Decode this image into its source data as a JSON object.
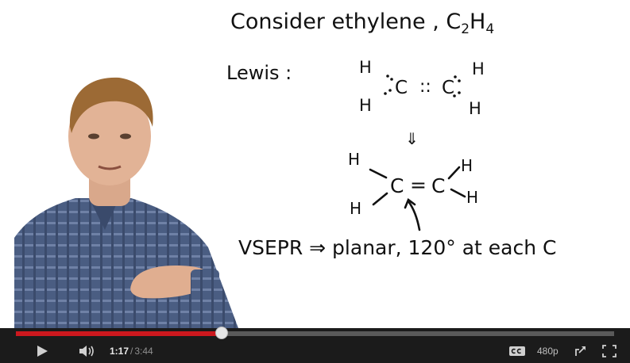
{
  "board": {
    "title": "Consider ethylene , C",
    "title_sub_2": "2",
    "title_H": "H",
    "title_sub_4": "4",
    "lewis_label": "Lewis :",
    "atom_H": "H",
    "atom_C": "C",
    "lewis_dots": "::",
    "arrow_down": "⇓",
    "bond_double": "=",
    "vsepr_text": "VSEPR ⇒ planar, 120° at each C"
  },
  "player": {
    "progress": {
      "current_seconds": 77,
      "total_seconds": 224
    },
    "time_current": "1:17",
    "time_separator": "/",
    "time_total": "3:44",
    "quality": "480p",
    "icons": {
      "play": "play-icon",
      "volume": "volume-icon",
      "cc": "closed-captions-icon",
      "popout": "popout-icon",
      "fullscreen": "fullscreen-icon"
    },
    "colors": {
      "played": "#cc181e",
      "bar_bg": "#1b1b1b"
    }
  }
}
